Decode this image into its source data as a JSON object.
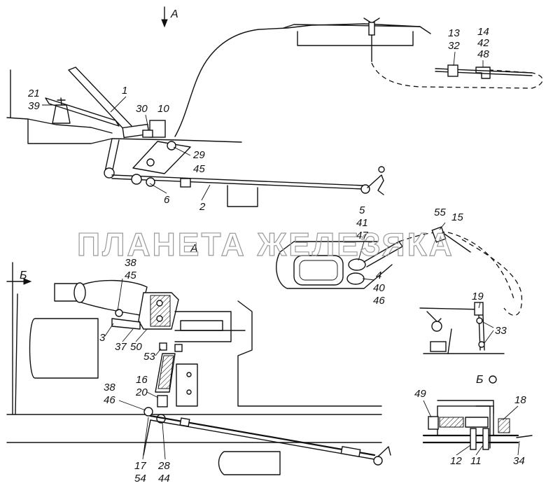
{
  "views": {
    "top_arrow": "A",
    "left_arrow": "Б",
    "view_a": "A",
    "view_b": "Б"
  },
  "callouts": {
    "c1": "1",
    "c21_39": [
      "21",
      "39"
    ],
    "c30": "30",
    "c10": "10",
    "c29_45": [
      "29",
      "45"
    ],
    "c6": "6",
    "c2": "2",
    "c13_32": [
      "13",
      "32"
    ],
    "c14_42_48": [
      "14",
      "42",
      "48"
    ],
    "c5_41_47": [
      "5",
      "41",
      "47"
    ],
    "c4_40_46": [
      "4",
      "40",
      "46"
    ],
    "c55": "55",
    "c15": "15",
    "c19": "19",
    "c33": "33",
    "c38_45": [
      "38",
      "45"
    ],
    "c3": "3",
    "c37": "37",
    "c50": "50",
    "c53": "53",
    "c16_20": [
      "16",
      "20"
    ],
    "c38_46": [
      "38",
      "46"
    ],
    "c17_54": [
      "17",
      "54"
    ],
    "c28_44": [
      "28",
      "44"
    ],
    "c49": "49",
    "c18": "18",
    "c12": "12",
    "c11": "11",
    "c34": "34"
  },
  "watermark": "ПЛАНЕТА ЖЕЛЕЗЯКА"
}
